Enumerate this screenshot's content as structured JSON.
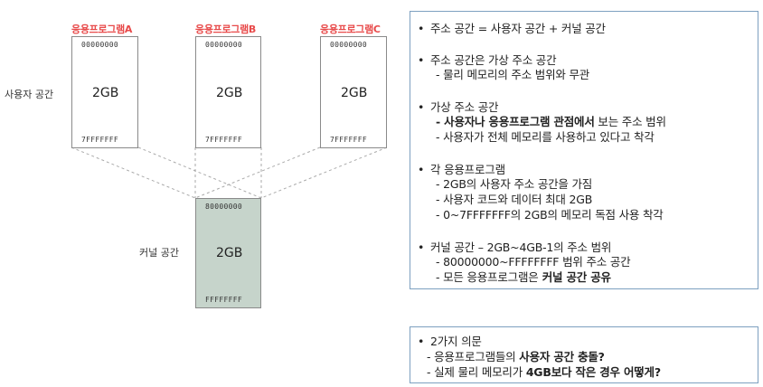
{
  "programs": [
    {
      "title": "응용프로그램A",
      "start": "00000000",
      "size": "2GB",
      "end": "7FFFFFFF"
    },
    {
      "title": "응용프로그램B",
      "start": "00000000",
      "size": "2GB",
      "end": "7FFFFFFF"
    },
    {
      "title": "응용프로그램C",
      "start": "00000000",
      "size": "2GB",
      "end": "7FFFFFFF"
    }
  ],
  "user_space_label": "사용자 공간",
  "kernel": {
    "label": "커널 공간",
    "start": "80000000",
    "size": "2GB",
    "end": "FFFFFFFF",
    "fill": "#c6d4cb"
  },
  "colors": {
    "program_title": "#e84a4a",
    "panel_border": "#7da0c0"
  },
  "notes": {
    "l1": "주소 공간 = 사용자 공간 + 커널 공간",
    "l2": "주소 공간은 가상 주소 공간",
    "l3": "- 물리 메모리의 주소 범위와 무관",
    "l4": "가상 주소 공간",
    "l5": "- 사용자나 응용프로그램 관점에서",
    "l5b": " 보는 주소 범위",
    "l6": "- 사용자가 전체 메모리를 사용하고 있다고 착각",
    "l7": "각 응용프로그램",
    "l8": "- 2GB의 사용자 주소 공간을 가짐",
    "l9": "- 사용자 코드와 데이터 최대 2GB",
    "l10": "-  0~7FFFFFFF의 2GB의 메모리 독점 사용 착각",
    "l11": "커널 공간 – 2GB~4GB-1의 주소 범위",
    "l12": "- 80000000~FFFFFFFF 범위 주소 공간",
    "l13": "- 모든 응용프로그램은",
    "l13b": " 커널 공간 공유"
  },
  "questions": {
    "q1": "2가지 의문",
    "q2a": "- 응용프로그램들의 ",
    "q2b": "사용자 공간 충돌?",
    "q3a": "- 실제 물리 메모리가 ",
    "q3b": "4GB보다 작은 경우 어떻게?"
  }
}
